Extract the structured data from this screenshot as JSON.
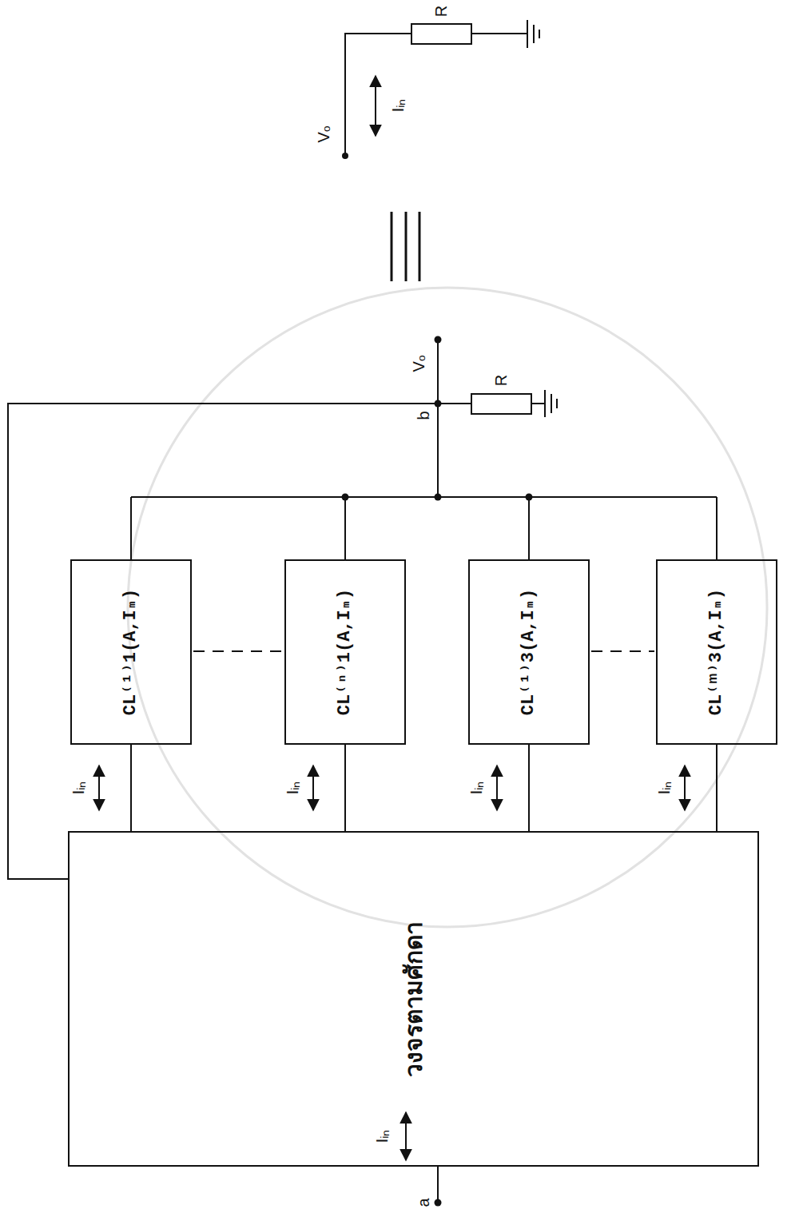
{
  "diagram": {
    "nodes": [
      {
        "text": [
          "วงจรตามศักดา"
        ]
      },
      {
        "text": [
          "CL⁽¹⁾1(A,Iₘ)"
        ]
      },
      {
        "text": [
          "CL⁽ⁿ⁾1(A,Iₘ)"
        ]
      },
      {
        "text": [
          "CL⁽¹⁾3(A,Iₘ)"
        ]
      },
      {
        "text": [
          "CL⁽ᵐ⁾3(A,Iₘ)"
        ]
      }
    ],
    "edges": [
      {
        "from": 0,
        "to": 1,
        "arrow": "none",
        "label": "Iᵢₙ"
      },
      {
        "from": 0,
        "to": 2,
        "arrow": "none",
        "label": "Iᵢₙ"
      },
      {
        "from": 0,
        "to": 3,
        "arrow": "none",
        "label": "Iᵢₙ"
      },
      {
        "from": 0,
        "to": 4,
        "arrow": "none",
        "label": "Iᵢₙ"
      }
    ],
    "labels": [
      "a",
      "Iᵢₙ",
      "b",
      "Vₒ",
      "R",
      "Vₒ",
      "R",
      "Iᵢₙ"
    ]
  }
}
